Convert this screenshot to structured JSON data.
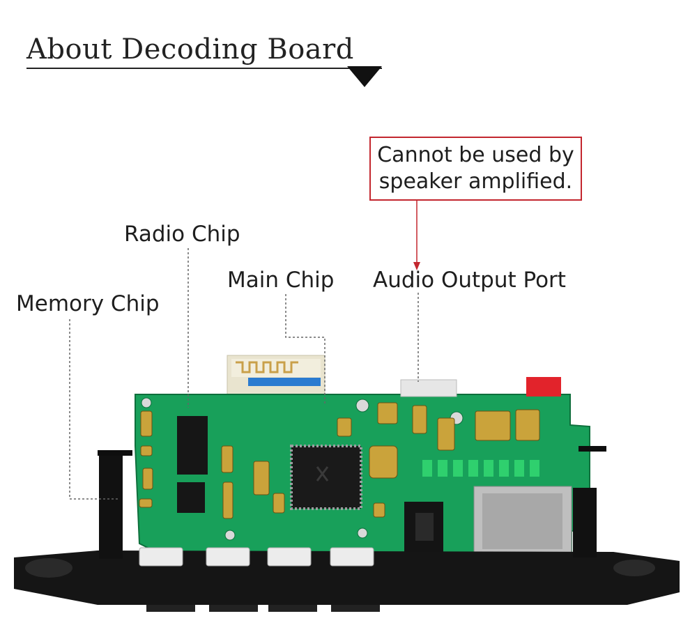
{
  "header": {
    "title": "About Decoding Board"
  },
  "note": {
    "line1": "Cannot be used by",
    "line2": "speaker amplified."
  },
  "callouts": {
    "radio_chip": "Radio Chip",
    "main_chip": "Main Chip",
    "audio_output_port": "Audio Output Port",
    "memory_chip": "Memory Chip"
  },
  "colors": {
    "pcb_green": "#18a05a",
    "note_border": "#c3262e",
    "panel_black": "#151515"
  }
}
